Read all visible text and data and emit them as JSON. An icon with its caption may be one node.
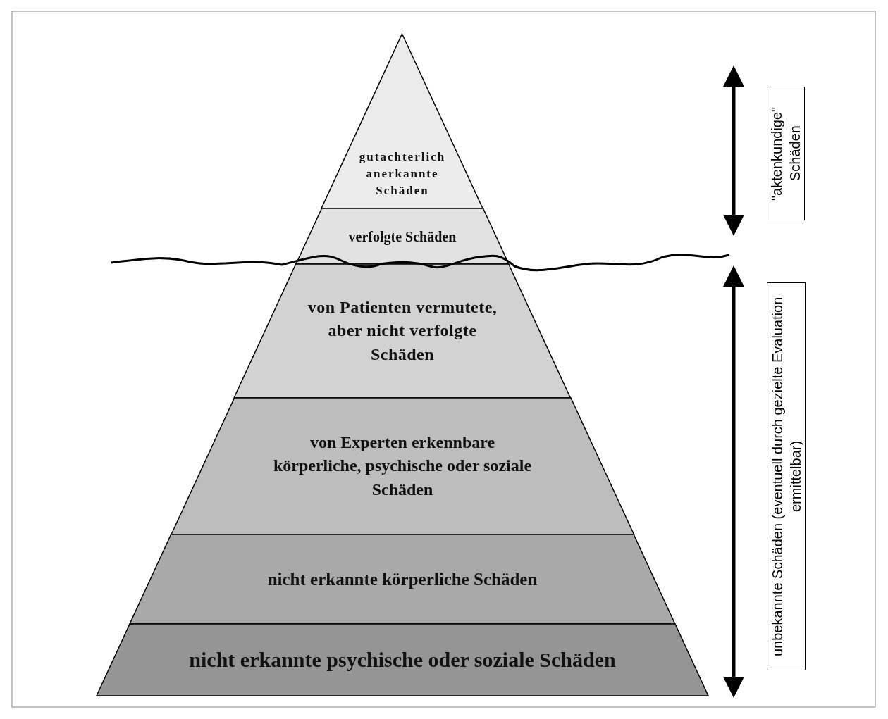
{
  "diagram": {
    "nodes": [
      {
        "text": [
          "gutachterlich anerkannte Schäden"
        ]
      },
      {
        "text": [
          "verfolgte Schäden"
        ]
      },
      {
        "text": [
          "von Patienten vermutete, aber nicht verfolgte Schäden"
        ]
      },
      {
        "text": [
          "von Experten erkennbare körperliche, psychische oder soziale Schäden"
        ]
      },
      {
        "text": [
          "nicht erkannte körperliche Schäden"
        ]
      },
      {
        "text": [
          "nicht erkannte psychische oder soziale Schäden"
        ]
      },
      {
        "text": [
          "\"aktenkundige\" Schäden"
        ]
      },
      {
        "text": [
          "unbekannte Schäden (eventuell durch gezielte Evaluation ermittelbar)"
        ]
      }
    ]
  }
}
